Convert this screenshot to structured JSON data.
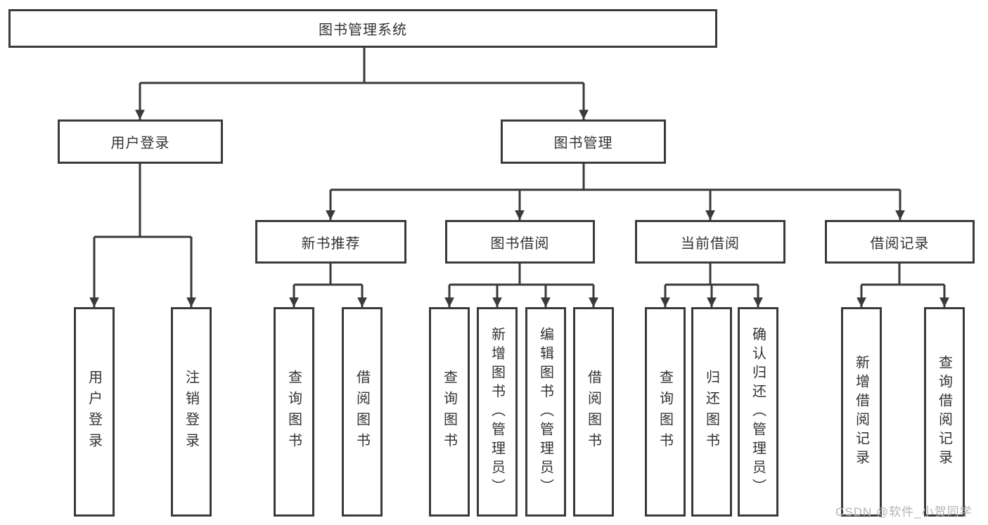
{
  "diagram": {
    "root": {
      "label": "图书管理系统"
    },
    "user_login": {
      "label": "用户登录",
      "leaves": [
        "用户登录",
        "注销登录"
      ]
    },
    "book_management": {
      "label": "图书管理",
      "groups": [
        {
          "label": "新书推荐",
          "leaves": [
            "查询图书",
            "借阅图书"
          ]
        },
        {
          "label": "图书借阅",
          "leaves": [
            "查询图书",
            "新增图书（管理员）",
            "编辑图书（管理员）",
            "借阅图书"
          ]
        },
        {
          "label": "当前借阅",
          "leaves": [
            "查询图书",
            "归还图书",
            "确认归还（管理员）"
          ]
        },
        {
          "label": "借阅记录",
          "leaves": [
            "新增借阅记录",
            "查询借阅记录"
          ]
        }
      ]
    }
  },
  "watermark": "CSDN @软件_小贺同学",
  "colors": {
    "line": "#3a3a3a",
    "text": "#333333",
    "watermark": "#b3b3b3"
  }
}
